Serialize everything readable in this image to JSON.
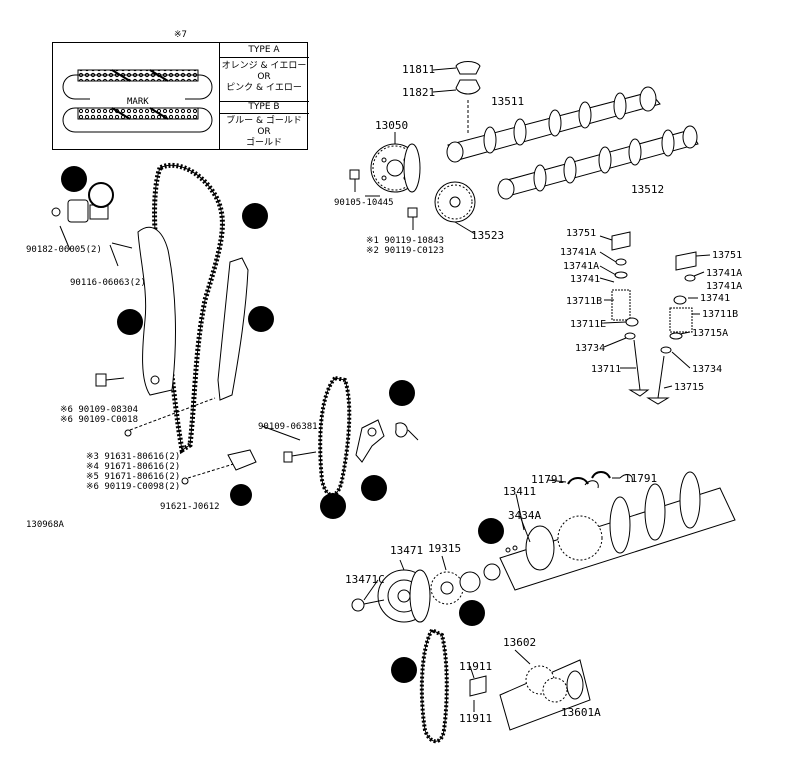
{
  "inset": {
    "note": "※7",
    "type_a": "TYPE A",
    "type_a_line1": "オレンジ & イエロー",
    "type_a_or": "OR",
    "type_a_line2": "ピンク & イエロー",
    "type_b": "TYPE B",
    "type_b_line1": "ブルー & ゴールド",
    "type_b_or": "OR",
    "type_b_line2": "ゴールド",
    "mark": "MARK"
  },
  "labels": {
    "p11811": "11811",
    "p11821": "11821",
    "p13511": "13511",
    "p13050": "13050",
    "p13512": "13512",
    "p13523": "13523",
    "p90105": "90105-10445",
    "p90119a": "※1 90119-10843",
    "p90119b": "※2 90119-C0123",
    "p13751a": "13751",
    "p13741a1": "13741A",
    "p13741a2": "13741A",
    "p13741a": "13741",
    "p13711ba": "13711B",
    "p13711e": "13711E",
    "p13734a": "13734",
    "p13711": "13711",
    "p13751b": "13751",
    "p13741a3": "13741A",
    "p13741a4": "13741A",
    "p13741b": "13741",
    "p13711bb": "13711B",
    "p13715a": "13715A",
    "p13734b": "13734",
    "p13715": "13715",
    "p90182": "90182-06005(2)",
    "p90116": "90116-06063(2)",
    "p90109a": "※6 90109-08304",
    "p90109b": "※6 90109-C0018",
    "p91631": "※3 91631-80616(2)",
    "p91671a": "※4 91671-80616(2)",
    "p91671b": "※5 91671-80616(2)",
    "p90119c": "※6 90119-C0098(2)",
    "p91621": "91621-J0612",
    "p90109c": "90109-06381",
    "fig_id": "130968A",
    "p11791a": "11791",
    "p11791b": "11791",
    "p13411": "13411",
    "p3434a": "3434A",
    "p13471": "13471",
    "p19315": "19315",
    "p13471c": "13471C",
    "p13602": "13602",
    "p11911a": "11911",
    "p11911b": "11911",
    "p13601a": "13601A"
  }
}
